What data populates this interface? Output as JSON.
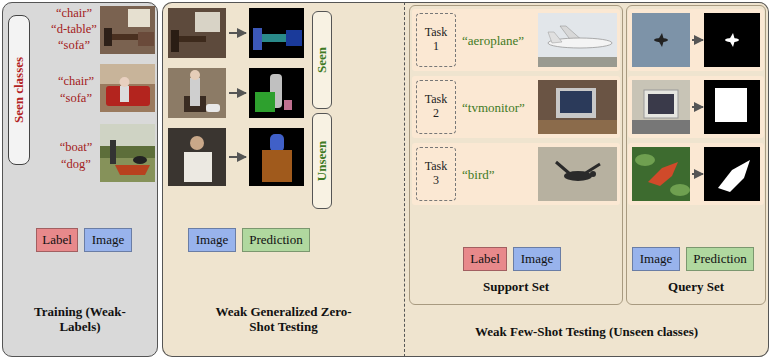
{
  "diagram": {
    "nodes": [
      {
        "text": [
          "Training (Weak-Labels)"
        ]
      },
      {
        "text": [
          "Seen classes"
        ],
        "in": 0
      },
      {
        "text": [
          "Weak Generalized Zero-Shot Testing"
        ]
      },
      {
        "text": [
          "Seen"
        ],
        "in": 2
      },
      {
        "text": [
          "Unseen"
        ],
        "in": 2
      },
      {
        "text": [
          "Weak Few-Shot Testing (Unseen classes)"
        ]
      },
      {
        "text": [
          "Support Set"
        ],
        "in": 5
      },
      {
        "text": [
          "“aeroplane”"
        ],
        "in": 6
      },
      {
        "text": [
          "Task 1"
        ],
        "in": 7
      },
      {
        "text": [
          "“tvmonitor”"
        ],
        "in": 6
      },
      {
        "text": [
          "Task 2"
        ],
        "in": 9
      },
      {
        "text": [
          "“bird”"
        ],
        "in": 6
      },
      {
        "text": [
          "Task 3"
        ],
        "in": 11
      },
      {
        "text": [
          "Query Set"
        ],
        "in": 5
      }
    ],
    "labels": [
      "“chair”",
      "“d-table”",
      "“sofa”",
      "“chair”",
      "“sofa”",
      "“boat”",
      "“dog”"
    ],
    "legend": [
      {
        "text": "Label",
        "color": "#e8898b"
      },
      {
        "text": "Image",
        "color": "#98b3ec"
      },
      {
        "text": "Image",
        "color": "#98b3ec"
      },
      {
        "text": "Prediction",
        "color": "#b0d89f"
      },
      {
        "text": "Label",
        "color": "#e8898b"
      },
      {
        "text": "Image",
        "color": "#98b3ec"
      },
      {
        "text": "Image",
        "color": "#98b3ec"
      },
      {
        "text": "Prediction",
        "color": "#b0d89f"
      }
    ]
  }
}
